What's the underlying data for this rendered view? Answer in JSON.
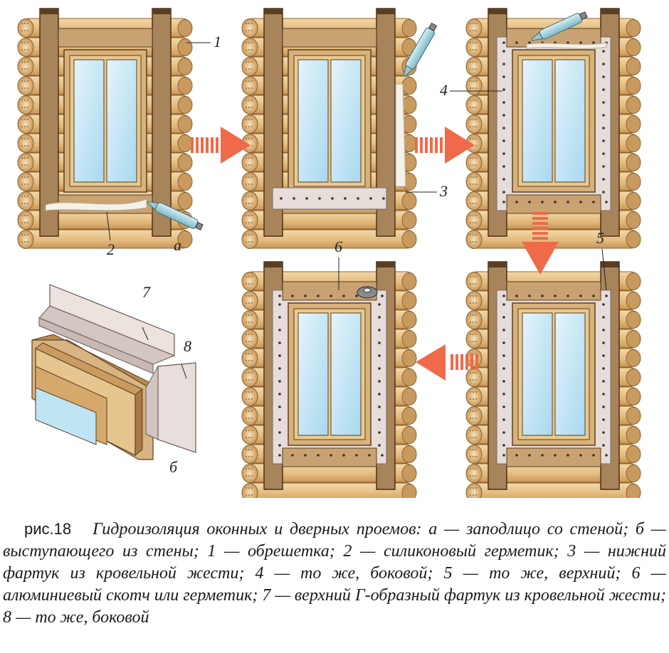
{
  "labels": {
    "l1": "1",
    "l2": "2",
    "la": "а",
    "l3": "3",
    "l4": "4",
    "l5": "5",
    "l6": "6",
    "l7": "7",
    "l8": "8",
    "lb": "б"
  },
  "caption": {
    "prefix": "рис.18",
    "text": "Гидроизоляция оконных и дверных проемов: а — заподлицо со стеной; б — выступающего из стены; 1 — обрешетка; 2 — силиконовый герметик; 3 — нижний фартук из кровельной жести; 4 — то же, боковой; 5 — то же, верхний; 6 — алюминиевый скотч или герметик; 7 — верхний Г-образный фартук из кровельной жести; 8 — то же, боковой"
  },
  "colors": {
    "log": "#e8c48c",
    "log_dark": "#b98a4e",
    "frame": "#a8845a",
    "frame_dark": "#5a3e22",
    "glass": "#cfeaf6",
    "apron": "#e6dcd8",
    "arrow": "#f06a4a"
  }
}
